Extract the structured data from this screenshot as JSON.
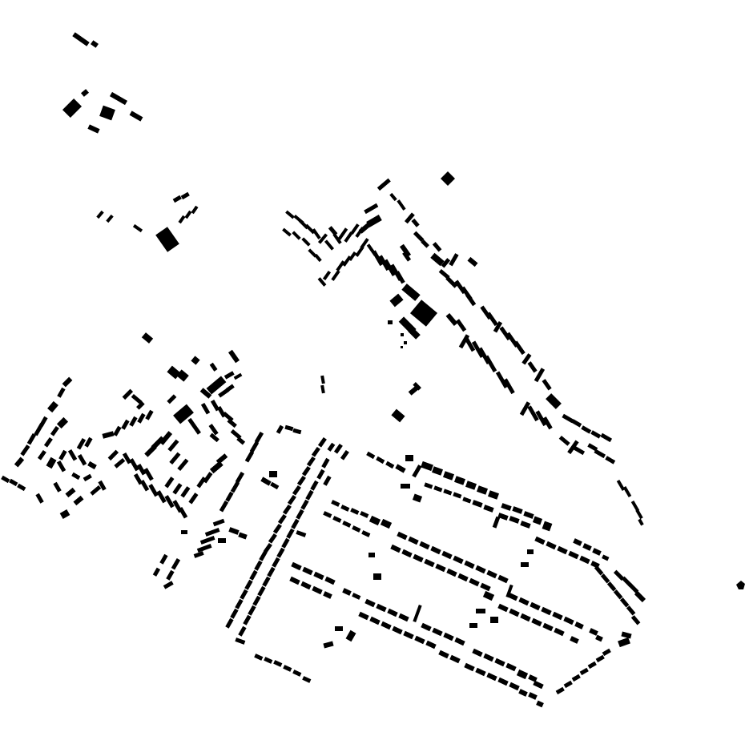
{
  "map": {
    "title": "",
    "style": "figure-ground building footprints",
    "colors": {
      "background": "#ffffff",
      "building": "#000000"
    },
    "clusters": [
      {
        "id": "north-west-hamlet"
      },
      {
        "id": "west-hamlet"
      },
      {
        "id": "north-ribbon"
      },
      {
        "id": "central-hub"
      },
      {
        "id": "west-streets"
      },
      {
        "id": "south-west-streets"
      },
      {
        "id": "south-grid"
      },
      {
        "id": "east-edge"
      }
    ]
  }
}
